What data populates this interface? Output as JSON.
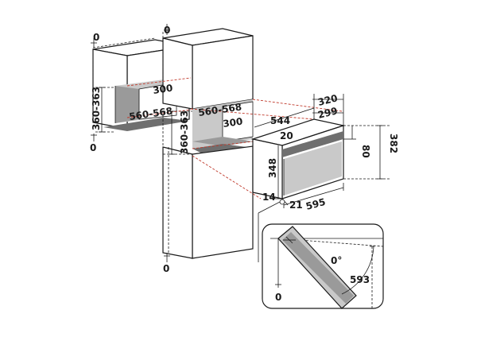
{
  "dimensions": {
    "wall_top_zero": "0",
    "wall_bottom_zero": "0",
    "wall_height": "360-363",
    "wall_depth": "300",
    "wall_width": "560-568",
    "column_top_zero": "0",
    "column_bottom_zero": "0",
    "column_height": "360-363",
    "column_width": "560-568",
    "column_depth": "300",
    "oven_depth_total": "320",
    "oven_depth_body": "299",
    "oven_width_body": "544",
    "oven_front_offset": "20",
    "oven_height_side": "80",
    "oven_height_total": "382",
    "oven_height_body": "348",
    "oven_bottom_offset": "14",
    "oven_base_offset": "21",
    "oven_width_total": "595",
    "door_angle": "0°",
    "door_swing": "593",
    "door_zero": "0"
  }
}
